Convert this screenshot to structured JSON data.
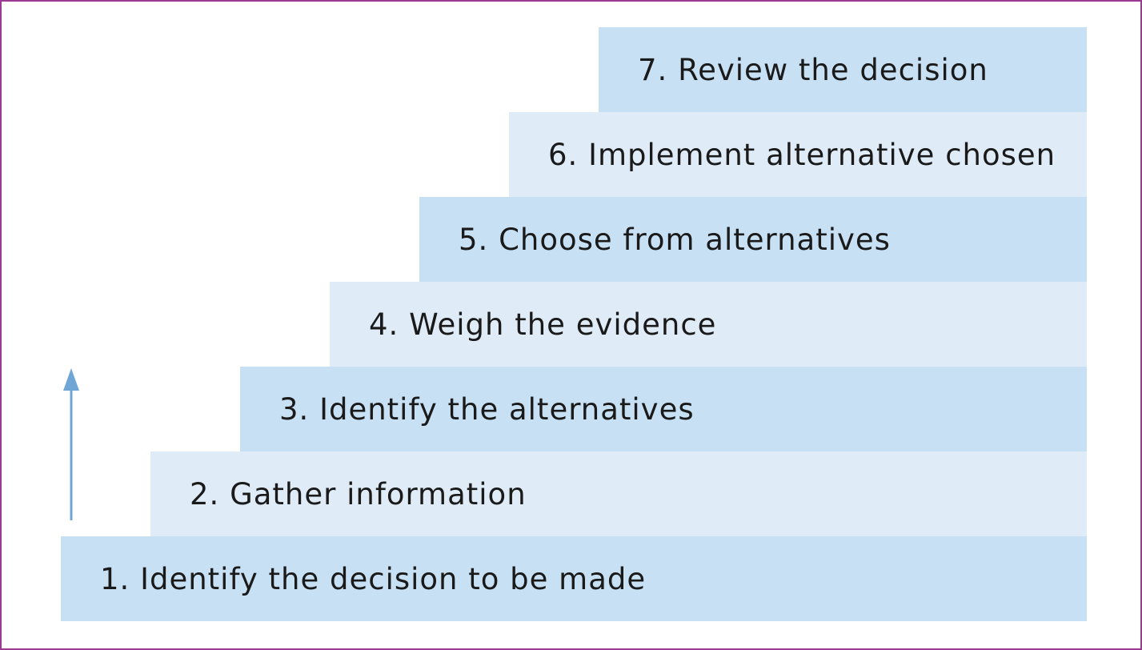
{
  "steps": [
    {
      "label": "1. Identify the decision to be made"
    },
    {
      "label": "2. Gather information"
    },
    {
      "label": "3. Identify the alternatives"
    },
    {
      "label": "4. Weigh the evidence"
    },
    {
      "label": "5. Choose from alternatives"
    },
    {
      "label": "6. Implement alternative chosen"
    },
    {
      "label": "7. Review the decision"
    }
  ],
  "colors": {
    "border": "#9b3a93",
    "step_dark": "#c7e0f4",
    "step_light": "#dfecf8",
    "arrow": "#6fa6d6"
  },
  "icons": {
    "progress": "up-arrow-icon"
  }
}
